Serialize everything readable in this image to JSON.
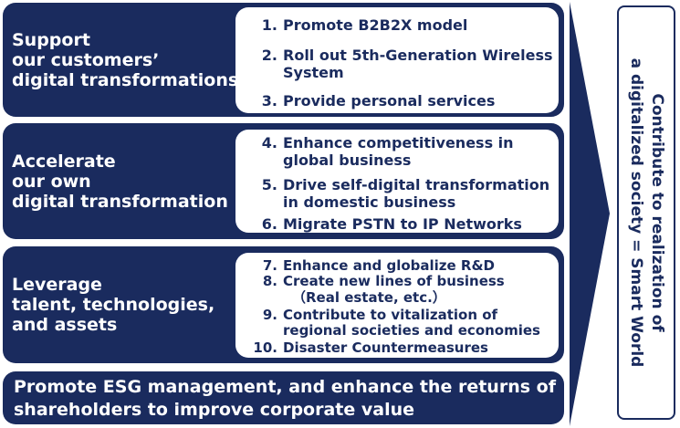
{
  "pillars": [
    {
      "label": [
        "Support",
        "our customers’",
        "digital transformations"
      ],
      "items": [
        {
          "num": "1.",
          "text": "Promote B2B2X model"
        },
        {
          "num": "2.",
          "text": "Roll out 5th-Generation Wireless System"
        },
        {
          "num": "3.",
          "text": "Provide personal services"
        }
      ]
    },
    {
      "label": [
        "Accelerate",
        "our own",
        "digital transformation"
      ],
      "items": [
        {
          "num": "4.",
          "text": "Enhance competitiveness in global business"
        },
        {
          "num": "5.",
          "text": "Drive self-digital transformation in domestic business"
        },
        {
          "num": "6.",
          "text": "Migrate PSTN to IP Networks"
        }
      ]
    },
    {
      "label": [
        "Leverage",
        "talent, technologies,",
        "and assets"
      ],
      "items": [
        {
          "num": "7.",
          "text": "Enhance and globalize R&D"
        },
        {
          "num": "8.",
          "text": "Create new lines of business"
        },
        {
          "num": "",
          "text": "（Real estate, etc.）"
        },
        {
          "num": "9.",
          "text": "Contribute to vitalization of regional societies and economies"
        },
        {
          "num": "10.",
          "text": "Disaster Countermeasures"
        }
      ]
    }
  ],
  "esg": [
    "Promote ESG management, and enhance the returns of",
    "shareholders to improve corporate value"
  ],
  "goal": [
    "Contribute to realization of",
    "a digitalized society = Smart World"
  ],
  "colors": {
    "navy": "#1a2b5e",
    "white": "#ffffff"
  }
}
